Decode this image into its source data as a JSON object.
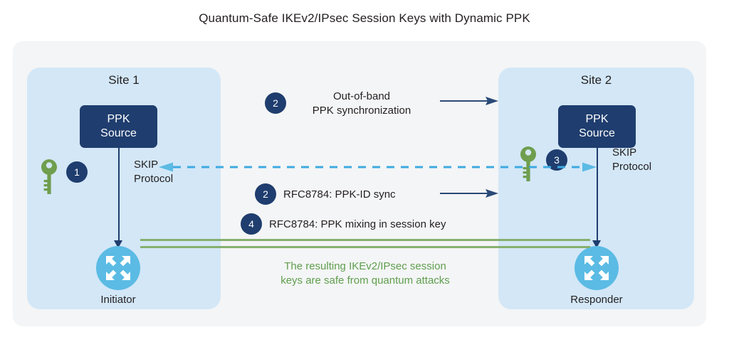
{
  "title": "Quantum-Safe IKEv2/IPsec Session Keys with Dynamic PPK",
  "colors": {
    "panel_bg": "#f4f5f6",
    "site_bg": "#d3e7f7",
    "ppk_box": "#1f3d6e",
    "node": "#5bbbe4",
    "key_green": "#6f9e4e",
    "line_green": "#86b06e",
    "green_text": "#5f9e4e",
    "dashed_blue": "#3eaae0"
  },
  "sites": {
    "left": {
      "title": "Site 1",
      "ppk_source": "PPK\nSource",
      "ppk_line1": "PPK",
      "ppk_line2": "Source",
      "node_label": "Initiator",
      "step": "1",
      "protocol_line1": "SKIP",
      "protocol_line2": "Protocol",
      "key_icon": "key-icon",
      "node_icon": "vpn-node-icon"
    },
    "right": {
      "title": "Site 2",
      "ppk_line1": "PPK",
      "ppk_line2": "Source",
      "node_label": "Responder",
      "step": "3",
      "protocol_line1": "SKIP",
      "protocol_line2": "Protocol",
      "key_icon": "key-icon",
      "node_icon": "vpn-node-icon"
    }
  },
  "middle": {
    "oob": {
      "step": "2",
      "line1": "Out-of-band",
      "line2": "PPK synchronization",
      "arrow": "right-arrow-icon",
      "link": "dashed-bidirectional-link"
    },
    "ppkid": {
      "step": "2",
      "label": "RFC8784: PPK-ID sync",
      "arrow": "right-arrow-icon"
    },
    "mixing": {
      "step": "4",
      "label": "RFC8784: PPK mixing in session key"
    },
    "result_line1": "The resulting IKEv2/IPsec session",
    "result_line2": "keys are safe from quantum attacks"
  }
}
